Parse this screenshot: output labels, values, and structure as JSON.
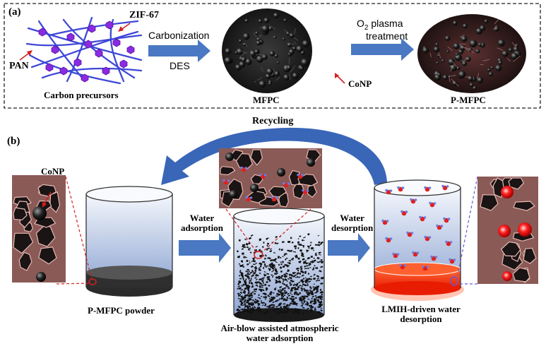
{
  "panel_a": {
    "label": "(a)",
    "zif67": "ZIF-67",
    "pan": "PAN",
    "carbon_precursors": "Carbon precursors",
    "carbonization": "Carbonization",
    "des": "DES",
    "mfpc": "MFPC",
    "conp": "CoNP",
    "o2_plasma_prefix": "O",
    "o2_plasma_sub": "2",
    "o2_plasma_suffix": " plasma",
    "treatment": "treatment",
    "p_mfpc": "P-MFPC"
  },
  "panel_b": {
    "label": "(b)",
    "recycling": "Recycling",
    "conp": "CoNP",
    "water_adsorption_line1": "Water",
    "water_adsorption_line2": "adsorption",
    "water_desorption_line1": "Water",
    "water_desorption_line2": "desorption",
    "powder_label": "P-MFPC powder",
    "airblow_line1": "Air-blow  assisted atmospheric",
    "airblow_line2": "water adsorption",
    "lmih_line1": "LMIH-driven  water",
    "lmih_line2": "desorption"
  },
  "colors": {
    "arrow_blue": "#4a78c2",
    "fiber_blue": "#3e48d8",
    "zif_purple": "#8a2be2",
    "heater_red": "#ff3a1a",
    "foam_pink": "#d69a95",
    "dashed_red": "#d42020"
  }
}
